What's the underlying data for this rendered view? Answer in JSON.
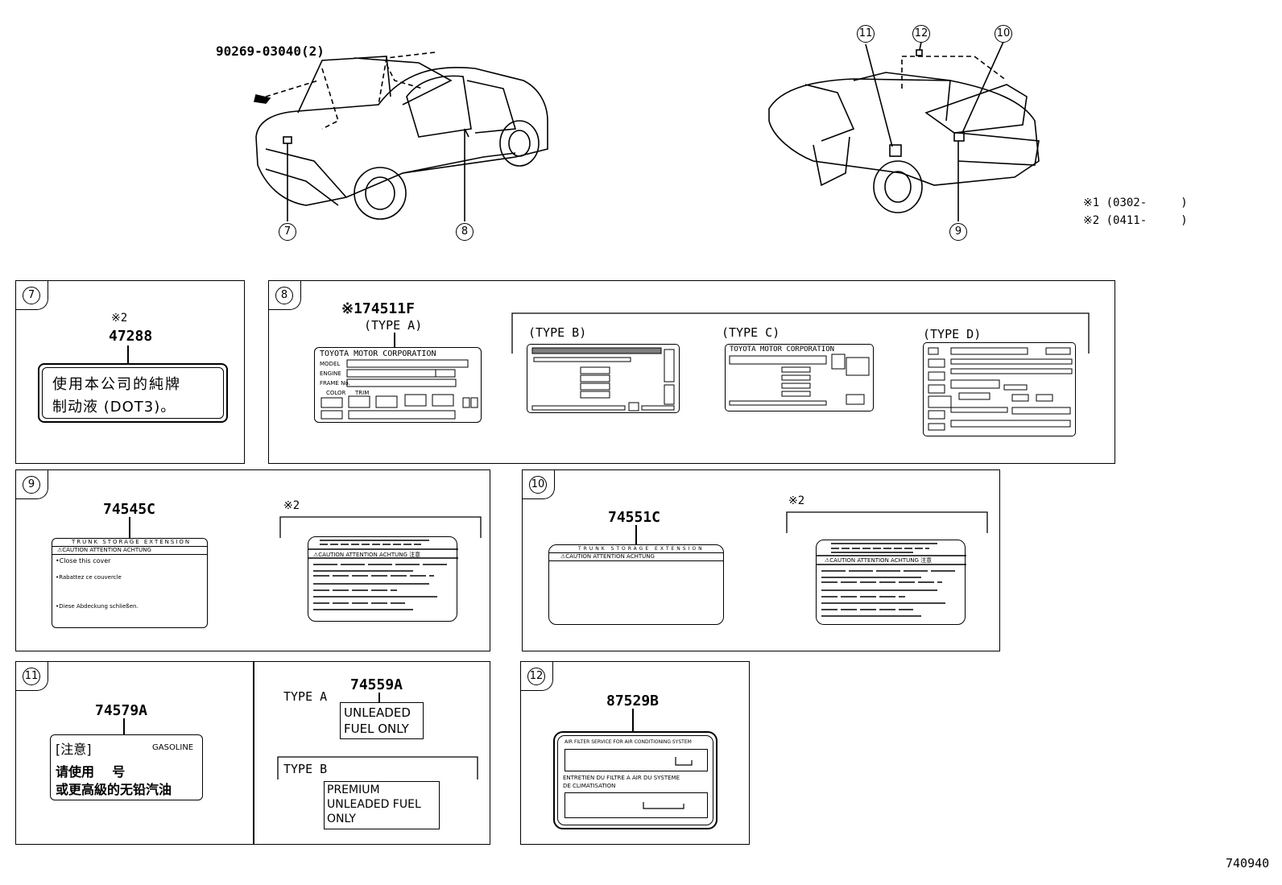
{
  "header": {
    "part_bolt": "90269-03040(2)",
    "note1": "※1 (0302-     )",
    "note2": "※2 (0411-     )",
    "diagram_id": "740940"
  },
  "callouts": [
    "7",
    "8",
    "9",
    "10",
    "11",
    "12"
  ],
  "panel7": {
    "ref": "7",
    "note": "※2",
    "part": "47288",
    "line1": "使用本公司的純牌",
    "line2": "制动液 (DOT3)。"
  },
  "panel8": {
    "ref": "8",
    "part": "※174511F",
    "type_a": "(TYPE A)",
    "type_b": "(TYPE B)",
    "type_c": "(TYPE C)",
    "type_d": "(TYPE D)",
    "plate_a_title": "TOYOTA MOTOR CORPORATION",
    "plate_a_model": "MODEL",
    "plate_a_engine": "ENGINE",
    "plate_a_frame": "FRAME No.",
    "plate_a_color": "COLOR",
    "plate_a_trim": "TRIM",
    "plate_c_title": "TOYOTA MOTOR CORPORATION"
  },
  "panel9": {
    "ref": "9",
    "part": "74545C",
    "note": "※2",
    "title": "TRUNK STORAGE EXTENSION",
    "caution": "⚠CAUTION ATTENTION ACHTUNG",
    "line1": "•Close this cover",
    "line2": "•Rabattez ce couvercle",
    "line3": "•Diese Abdeckung schließen.",
    "alt_caution": "⚠CAUTION ATTENTION ACHTUNG 注意"
  },
  "panel10": {
    "ref": "10",
    "part": "74551C",
    "note": "※2",
    "title": "TRUNK STORAGE EXTENSION",
    "caution": "⚠CAUTION ATTENTION ACHTUNG",
    "alt_caution": "⚠CAUTION ATTENTION ACHTUNG 注意"
  },
  "panel11": {
    "ref": "11",
    "part": "74579A",
    "cn_head": "[注意]",
    "gasoline": "GASOLINE",
    "cn_line1": "请使用    号",
    "cn_line2": "或更高級的无铅汽油",
    "type_a": "TYPE A",
    "part_a": "74559A",
    "a_line1": "UNLEADED",
    "a_line2": "FUEL ONLY",
    "type_b": "TYPE B",
    "b_line1": "PREMIUM",
    "b_line2": "UNLEADED FUEL",
    "b_line3": "ONLY"
  },
  "panel12": {
    "ref": "12",
    "part": "87529B",
    "title": "AIR FILTER SERVICE FOR AIR CONDITIONING SYSTEM",
    "fr_line1": "ENTRETIEN DU FILTRE A AIR DU SYSTEME",
    "fr_line2": "DE CLIMATISATION"
  }
}
